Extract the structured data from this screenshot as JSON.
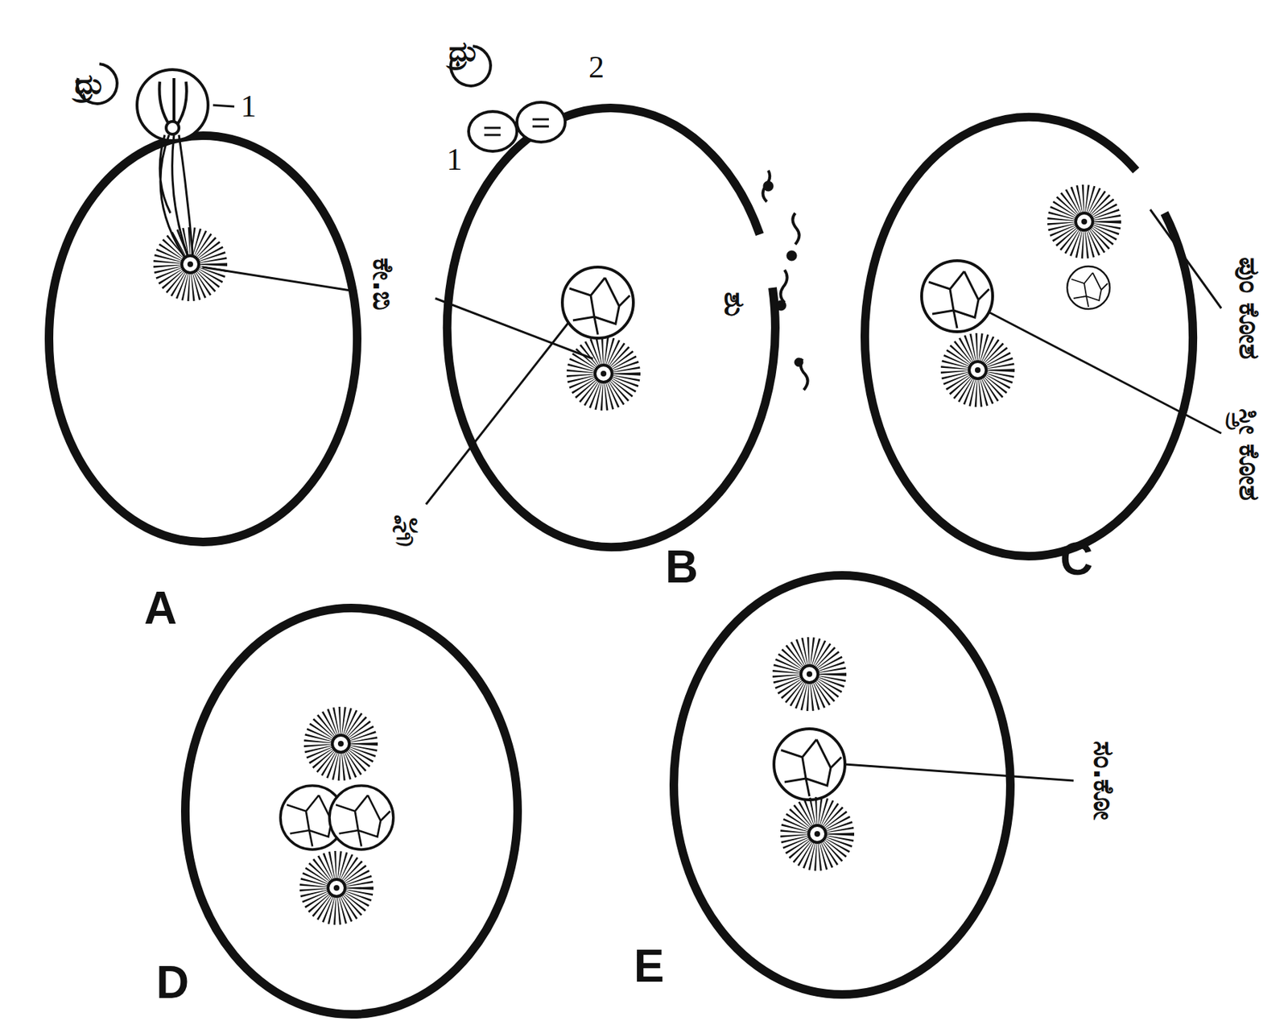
{
  "diagram": {
    "labels": [
      "ಧ್ರು",
      "1",
      "ಕೇ.ಬಿ",
      "A",
      "ಧ್ರು",
      "1",
      "2",
      "ಶು",
      "ಸ್ತ್ರೀ",
      "B",
      "ಪುಂ ಕೋಶ",
      "ಸ್ತ್ರೀ ಕೋಶ",
      "C",
      "D",
      "ಸಂ.ಕೋ",
      "E"
    ]
  }
}
